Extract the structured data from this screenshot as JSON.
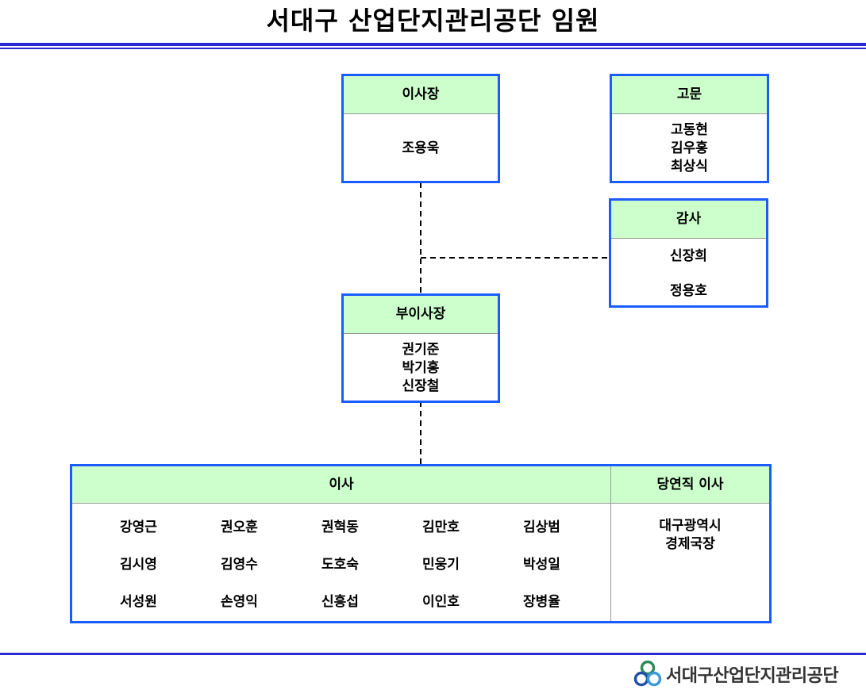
{
  "title": "서대구 산업단지관리공단 임원",
  "chairman": {
    "role": "이사장",
    "names": [
      "조용욱"
    ]
  },
  "advisor": {
    "role": "고문",
    "names": [
      "고동현",
      "김우홍",
      "최상식"
    ]
  },
  "auditor": {
    "role": "감사",
    "names": [
      "신장희",
      "정용호"
    ]
  },
  "vice_chairman": {
    "role": "부이사장",
    "names": [
      "권기준",
      "박기홍",
      "신장철"
    ]
  },
  "directors": {
    "role": "이사",
    "names": [
      "강영근",
      "권오훈",
      "권혁동",
      "김만호",
      "김상범",
      "김시영",
      "김영수",
      "도호숙",
      "민웅기",
      "박성일",
      "서성원",
      "손영익",
      "신흥섭",
      "이인호",
      "장병율"
    ]
  },
  "ex_officio": {
    "role": "당연직 이사",
    "names": [
      "대구광역시",
      "경제국장"
    ]
  },
  "footer_logo": {
    "text": "서대구산업단지관리공단",
    "icon": "trefoil-logo-icon"
  },
  "colors": {
    "border": "#1a5cff",
    "header_fill": "#ccffcc",
    "rule": "#2b2bd6"
  }
}
